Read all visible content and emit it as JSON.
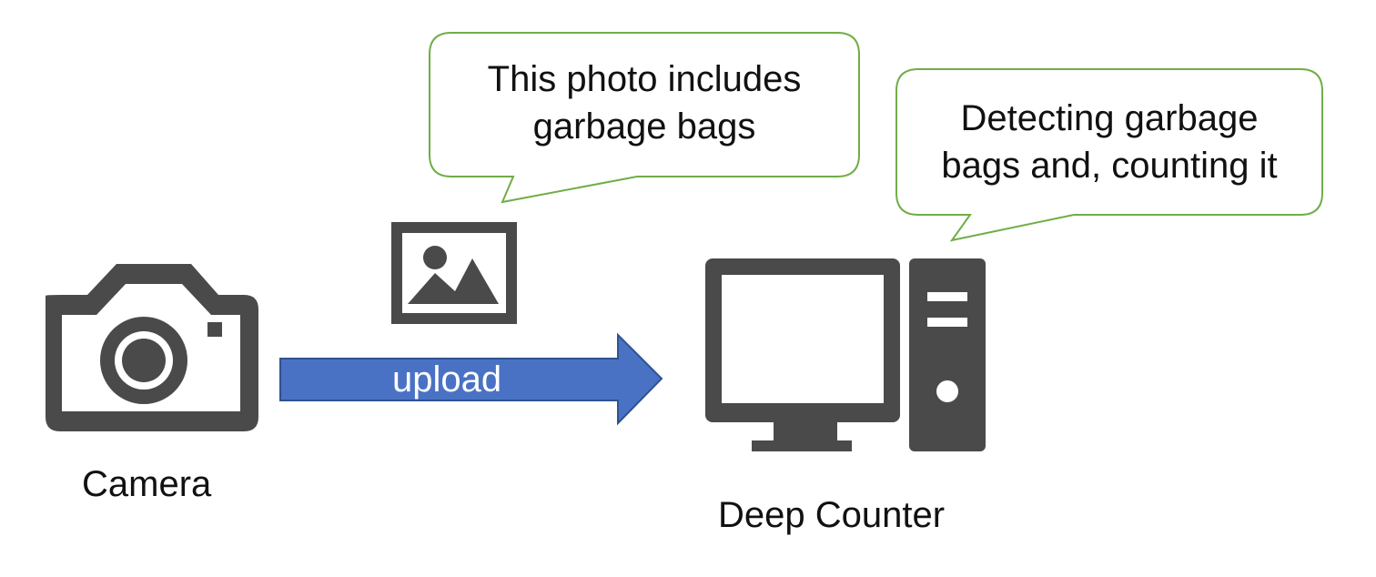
{
  "nodes": {
    "camera": {
      "label": "Camera",
      "icon": "camera-icon"
    },
    "server": {
      "label": "Deep Counter",
      "icon": "desktop-computer-icon"
    },
    "photo": {
      "icon": "image-icon"
    }
  },
  "edges": [
    {
      "from": "camera",
      "to": "server",
      "label": "upload"
    }
  ],
  "callouts": {
    "photo_note": {
      "line1": "This photo includes",
      "line2": "garbage bags"
    },
    "server_note": {
      "line1": "Detecting garbage",
      "line2": "bags and, counting it"
    }
  },
  "colors": {
    "icon": "#4a4a4a",
    "arrow_fill": "#4a72c4",
    "arrow_stroke": "#2f528f",
    "bubble_border": "#70ad47",
    "text": "#111111"
  }
}
